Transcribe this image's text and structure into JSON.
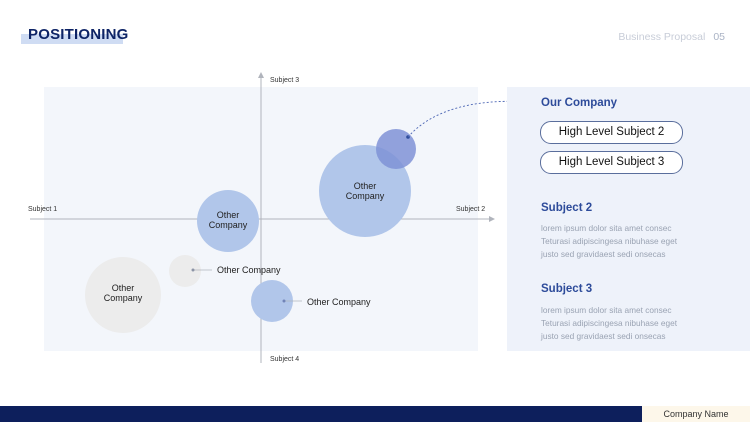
{
  "header": {
    "title": "POSITIONING",
    "subtitle": "Business Proposal",
    "page_number": "05"
  },
  "diagram": {
    "axes": {
      "top": "Subject 3",
      "bottom": "Subject 4",
      "left": "Subject 1",
      "right": "Subject 2"
    },
    "bubbles": [
      {
        "id": "our-company",
        "label": "",
        "color": "#7f92d6"
      },
      {
        "id": "other-company-large",
        "label": "Other Company",
        "color": "#b1c6ea"
      },
      {
        "id": "other-company-center",
        "label": "Other Company",
        "color": "#b1c6ea"
      },
      {
        "id": "other-company-grey-large",
        "label": "Other Company",
        "color": "#ececec"
      },
      {
        "id": "other-company-grey-small",
        "label": "",
        "callout": "Other Company",
        "color": "#ececec"
      },
      {
        "id": "other-company-bottom",
        "label": "",
        "callout": "Other Company",
        "color": "#b1c6ea"
      }
    ]
  },
  "panel": {
    "title": "Our Company",
    "pills": [
      "High Level Subject 2",
      "High Level Subject 3"
    ],
    "sections": [
      {
        "title": "Subject 2",
        "lines": [
          "lorem ipsum dolor sita amet consec",
          "Teturasi adipiscingesa nibuhase eget",
          "justo sed gravidaest sedi onsecas"
        ]
      },
      {
        "title": "Subject 3",
        "lines": [
          "lorem ipsum dolor sita amet consec",
          "Teturasi adipiscingesa nibuhase eget",
          "justo sed gravidaest sedi onsecas"
        ]
      }
    ]
  },
  "footer": {
    "company_name": "Company Name",
    "bar_color": "#0d1f5c"
  }
}
